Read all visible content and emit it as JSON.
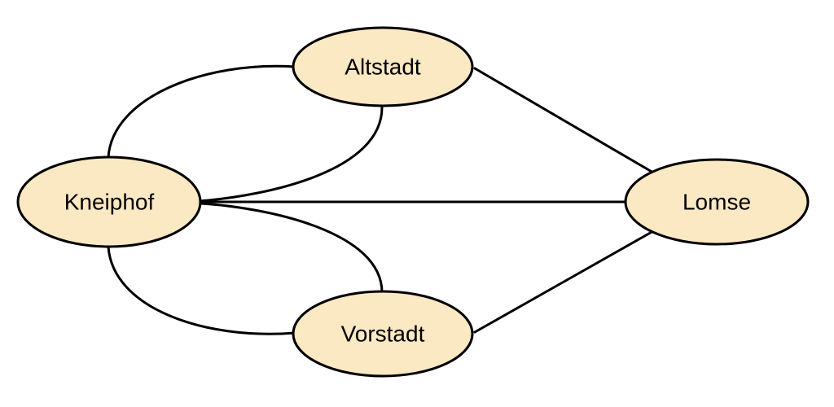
{
  "colors": {
    "node_fill": "#fbe9c3",
    "stroke": "#000000",
    "background": "#ffffff"
  },
  "nodes": {
    "altstadt": {
      "label": "Altstadt"
    },
    "kneiphof": {
      "label": "Kneiphof"
    },
    "lomse": {
      "label": "Lomse"
    },
    "vorstadt": {
      "label": "Vorstadt"
    }
  },
  "edges": [
    {
      "from": "kneiphof",
      "to": "altstadt"
    },
    {
      "from": "kneiphof",
      "to": "altstadt"
    },
    {
      "from": "kneiphof",
      "to": "vorstadt"
    },
    {
      "from": "kneiphof",
      "to": "vorstadt"
    },
    {
      "from": "kneiphof",
      "to": "lomse"
    },
    {
      "from": "altstadt",
      "to": "lomse"
    },
    {
      "from": "vorstadt",
      "to": "lomse"
    }
  ]
}
